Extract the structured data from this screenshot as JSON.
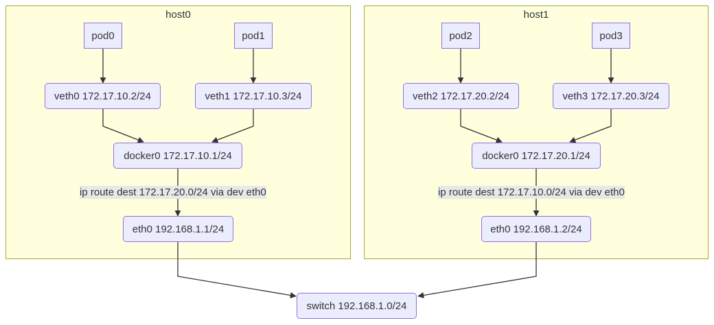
{
  "clusters": {
    "host0": {
      "title": "host0"
    },
    "host1": {
      "title": "host1"
    }
  },
  "nodes": {
    "pod0": "pod0",
    "pod1": "pod1",
    "pod2": "pod2",
    "pod3": "pod3",
    "veth0": "veth0 172.17.10.2/24",
    "veth1": "veth1 172.17.10.3/24",
    "veth2": "veth2 172.17.20.2/24",
    "veth3": "veth3 172.17.20.3/24",
    "docker0_host0": "docker0 172.17.10.1/24",
    "docker0_host1": "docker0 172.17.20.1/24",
    "eth0_host0": "eth0 192.168.1.1/24",
    "eth0_host1": "eth0 192.168.1.2/24",
    "switch": "switch 192.168.1.0/24"
  },
  "edge_labels": {
    "host0_route": "ip route dest 172.17.20.0/24 via dev eth0",
    "host1_route": "ip route dest 172.17.10.0/24 via dev eth0"
  },
  "colors": {
    "cluster_fill": "#ffffde",
    "cluster_border": "#aaaa33",
    "node_fill": "#ececff",
    "node_border": "#9370db",
    "edge": "#333333",
    "edge_label_bg": "#e8e8e8"
  }
}
